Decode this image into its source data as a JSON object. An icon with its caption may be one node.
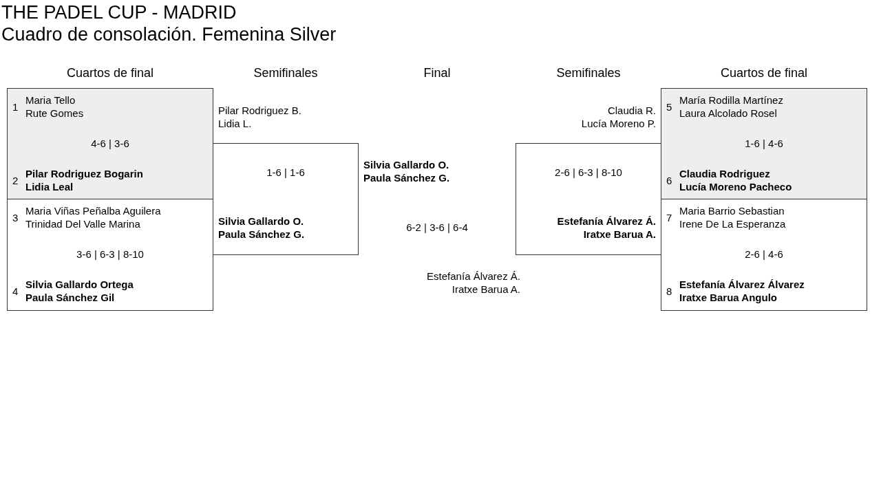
{
  "diagram": {
    "title": "THE PADEL CUP - MADRID",
    "nodes": [
      {
        "text": [
          "1",
          "Maria Tello",
          "Rute Gomes",
          "4-6 | 3-6",
          "2",
          "Pilar Rodriguez Bogarin",
          "Lidia Leal"
        ]
      },
      {
        "text": [
          "3",
          "Maria Viñas Peñalba Aguilera",
          "Trinidad Del Valle Marina",
          "3-6 | 6-3 | 8-10",
          "4",
          "Silvia Gallardo Ortega",
          "Paula Sánchez Gil"
        ]
      },
      {
        "text": [
          "Pilar Rodriguez B.",
          "Lidia L.",
          "1-6 | 1-6",
          "Silvia Gallardo O.",
          "Paula Sánchez G."
        ]
      },
      {
        "text": [
          "Claudia R.",
          "Lucía Moreno P.",
          "2-6 | 6-3 | 8-10",
          "Estefanía Álvarez Á.",
          "Iratxe Barua A."
        ]
      },
      {
        "text": [
          "5",
          "María Rodilla Martínez",
          "Laura Alcolado Rosel",
          "1-6 | 4-6",
          "6",
          "Claudia Rodriguez",
          "Lucía Moreno Pacheco"
        ]
      },
      {
        "text": [
          "7",
          "Maria Barrio Sebastian",
          "Irene De La Esperanza",
          "2-6 | 4-6",
          "8",
          "Estefanía Álvarez Álvarez",
          "Iratxe Barua Angulo"
        ]
      }
    ],
    "labels": [
      "Cuadro de consolación. Femenina Silver",
      "Cuartos de final",
      "Semifinales",
      "Final",
      "Semifinales",
      "Cuartos de final",
      "Silvia Gallardo O.",
      "Paula Sánchez G.",
      "6-2 | 3-6 | 6-4",
      "Estefanía Álvarez Á.",
      "Iratxe Barua A."
    ]
  }
}
